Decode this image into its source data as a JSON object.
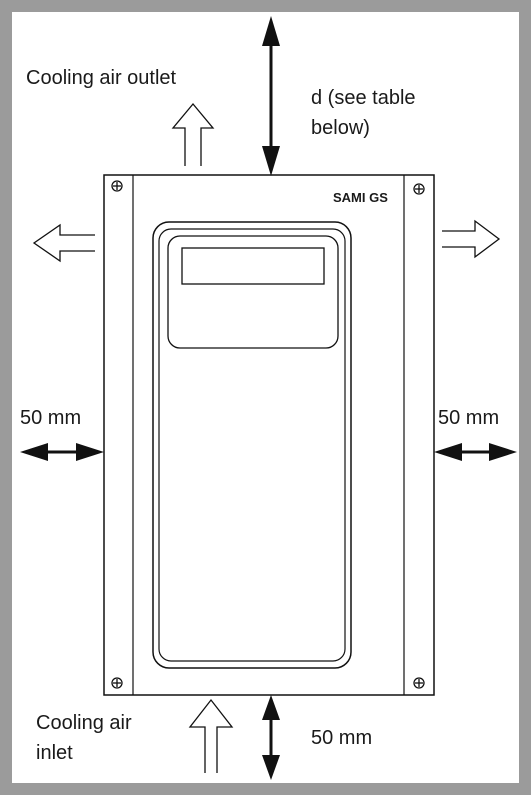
{
  "labels": {
    "outlet": "Cooling air outlet",
    "clearance_top_line1": "d (see table",
    "clearance_top_line2": "below)",
    "device_model": "SAMI GS",
    "clearance_left": "50 mm",
    "clearance_right": "50 mm",
    "inlet_line1": "Cooling air",
    "inlet_line2": "inlet",
    "clearance_bottom": "50 mm"
  },
  "colors": {
    "frame": "#9b9b9b",
    "ink": "#111111"
  }
}
